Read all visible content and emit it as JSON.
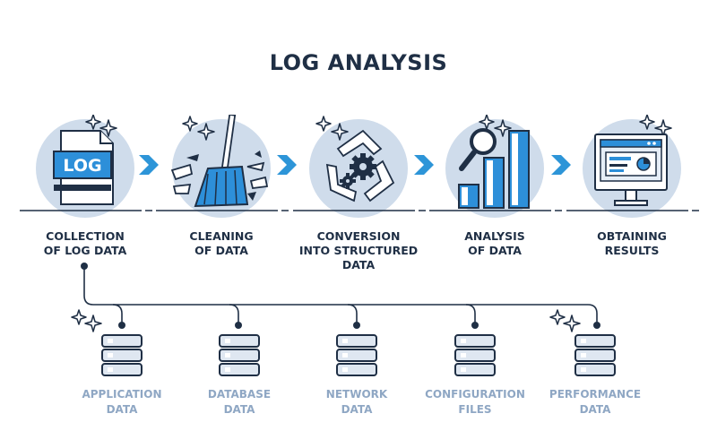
{
  "title": "LOG ANALYSIS",
  "steps": [
    {
      "line1": "COLLECTION",
      "line2": "OF LOG DATA",
      "line3": "",
      "icon": "log-file-icon",
      "badge": "LOG"
    },
    {
      "line1": "CLEANING",
      "line2": "OF DATA",
      "line3": "",
      "icon": "broom-icon"
    },
    {
      "line1": "CONVERSION",
      "line2": "INTO STRUCTURED",
      "line3": "DATA",
      "icon": "gears-cycle-icon"
    },
    {
      "line1": "ANALYSIS",
      "line2": "OF DATA",
      "line3": "",
      "icon": "magnifier-bar-chart-icon"
    },
    {
      "line1": "OBTAINING",
      "line2": "RESULTS",
      "line3": "",
      "icon": "monitor-dashboard-icon"
    }
  ],
  "sources": [
    {
      "line1": "APPLICATION",
      "line2": "DATA",
      "icon": "database-icon"
    },
    {
      "line1": "DATABASE",
      "line2": "DATA",
      "icon": "database-icon"
    },
    {
      "line1": "NETWORK",
      "line2": "DATA",
      "icon": "database-icon"
    },
    {
      "line1": "CONFIGURATION",
      "line2": "FILES",
      "icon": "database-icon"
    },
    {
      "line1": "PERFORMANCE",
      "line2": "DATA",
      "icon": "database-icon"
    }
  ],
  "colors": {
    "dark": "#1f2f45",
    "circle": "#cfdceb",
    "accent": "#2d8fd9",
    "light_label": "#8fa7c4",
    "arrow": "#2d95d8"
  }
}
